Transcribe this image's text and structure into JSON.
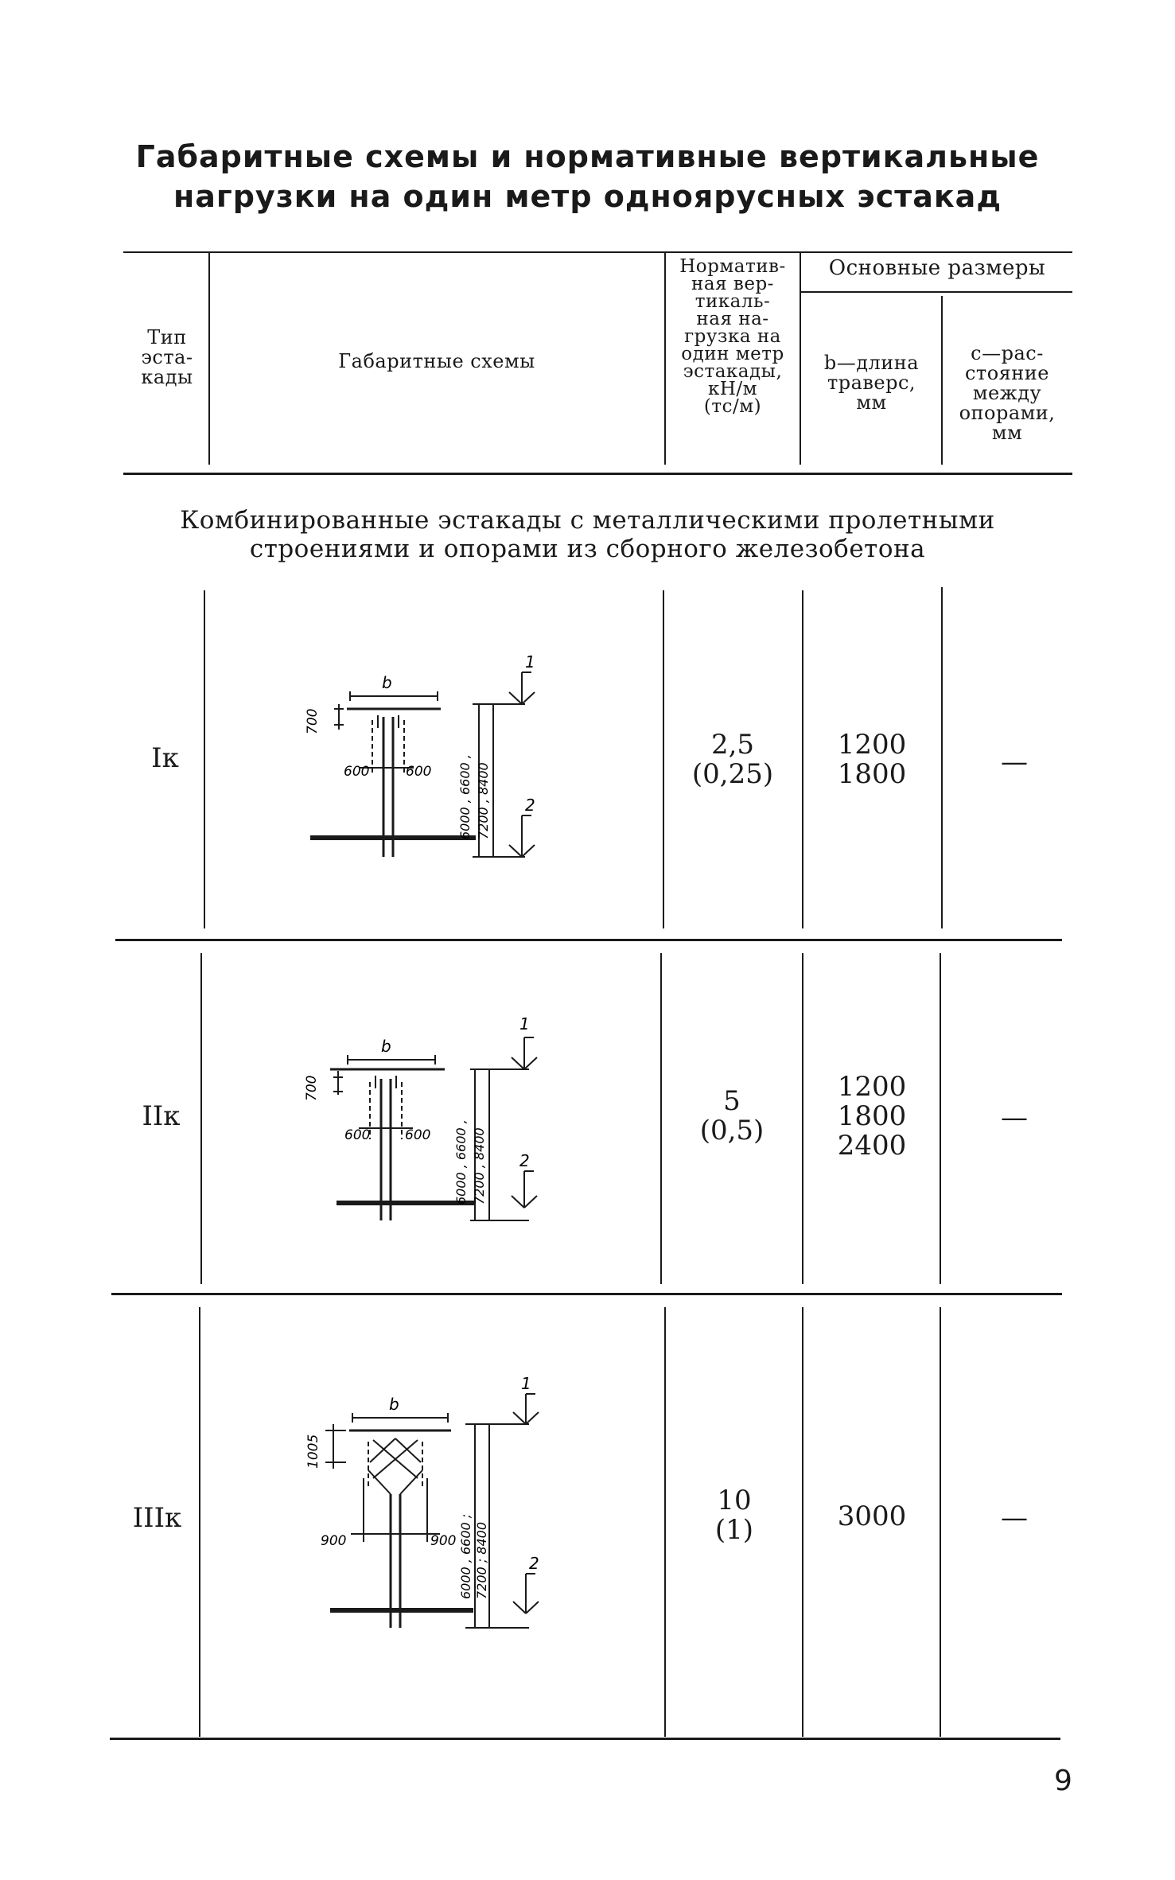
{
  "title": {
    "line1": "Габаритные схемы и нормативные вертикальные",
    "line2": "нагрузки на один метр одноярусных эстакад"
  },
  "header": {
    "type_col": "Тип\nэста-\nкады",
    "scheme_col": "Габаритные схемы",
    "load_col": "Норматив-\nная вер-\nтикаль-\nная на-\nгрузка на\nодин метр\nэстакады,\nкН/м\n(тс/м)",
    "main_dims": "Основные размеры",
    "b_col": "b—длина\nтраверс,\nмм",
    "c_col": "c—рас-\nстояние\nмежду\nопорами,\nмм"
  },
  "section_title": {
    "line1": "Комбинированные эстакады с металлическими пролетными",
    "line2": "строениями и опорами из сборного железобетона"
  },
  "rows": [
    {
      "type": "Iк",
      "load": "2,5\n(0,25)",
      "b": "1200\n1800",
      "c": "—",
      "diagram": {
        "b_label": "b",
        "top_dim": "700",
        "left_dim": "600",
        "right_dim": "600",
        "height_dims_1": "6000 , 6600 ,",
        "height_dims_2": "7200 , 8400",
        "level_1": "1",
        "level_2": "2"
      }
    },
    {
      "type": "IIк",
      "load": "5\n(0,5)",
      "b": "1200\n1800\n2400",
      "c": "—",
      "diagram": {
        "b_label": "b",
        "top_dim": "700",
        "left_dim": "600",
        "right_dim": "600",
        "height_dims_1": "6000 , 6600 ,",
        "height_dims_2": "7200 , 8400",
        "level_1": "1",
        "level_2": "2"
      }
    },
    {
      "type": "IIIк",
      "load": "10\n(1)",
      "b": "3000",
      "c": "—",
      "diagram": {
        "b_label": "b",
        "top_dim": "1005",
        "left_dim": "900",
        "right_dim": "900",
        "height_dims_1": "6000 , 6600 ;",
        "height_dims_2": "7200 ; 8400",
        "level_1": "1",
        "level_2": "2"
      }
    }
  ],
  "page_number": "9"
}
